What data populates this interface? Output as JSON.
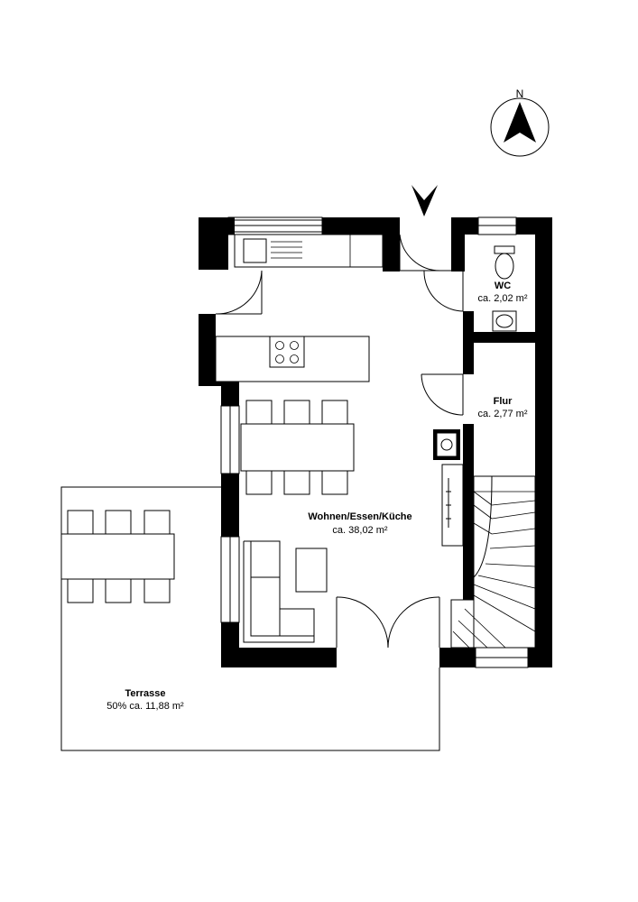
{
  "compass": {
    "label": "N"
  },
  "rooms": [
    {
      "id": "wc",
      "name": "WC",
      "area": "ca. 2,02 m²"
    },
    {
      "id": "flur",
      "name": "Flur",
      "area": "ca. 2,77 m²"
    },
    {
      "id": "wohnen",
      "name": "Wohnen/Essen/Küche",
      "area": "ca. 38,02 m²"
    },
    {
      "id": "terrasse",
      "name": "Terrasse",
      "area": "50% ca. 11,88 m²"
    }
  ],
  "colors": {
    "wall": "#000000",
    "background": "#ffffff"
  },
  "icons": [
    "north-arrow-icon",
    "entrance-arrow-icon",
    "door-swing-icon",
    "staircase-icon",
    "toilet-icon",
    "sink-icon",
    "stove-icon"
  ]
}
